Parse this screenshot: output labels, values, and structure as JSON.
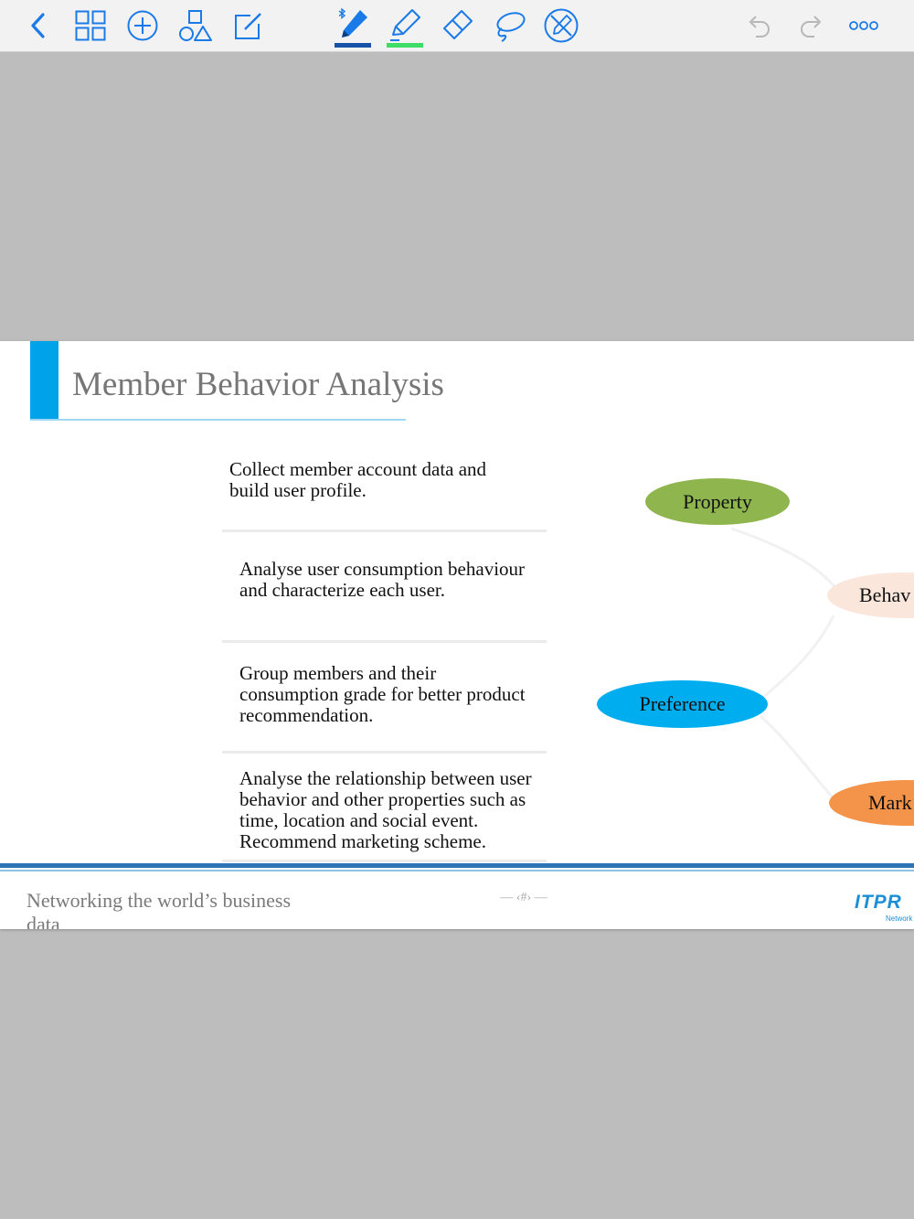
{
  "toolbar": {
    "buttons": [
      {
        "name": "back-button",
        "icon": "chevron-left-icon"
      },
      {
        "name": "thumbnails-button",
        "icon": "grid-icon"
      },
      {
        "name": "add-button",
        "icon": "plus-circle-icon"
      },
      {
        "name": "shapes-button",
        "icon": "shapes-icon"
      },
      {
        "name": "edit-button",
        "icon": "edit-square-icon"
      },
      {
        "name": "pen-tool-button",
        "icon": "bluetooth-pen-icon"
      },
      {
        "name": "highlighter-tool-button",
        "icon": "highlighter-icon"
      },
      {
        "name": "eraser-tool-button",
        "icon": "eraser-icon"
      },
      {
        "name": "lasso-tool-button",
        "icon": "lasso-icon"
      },
      {
        "name": "disable-pen-button",
        "icon": "pen-off-icon"
      },
      {
        "name": "undo-button",
        "icon": "undo-icon"
      },
      {
        "name": "redo-button",
        "icon": "redo-icon"
      },
      {
        "name": "more-button",
        "icon": "more-icon"
      }
    ],
    "colors": {
      "accent": "#1a7ae8",
      "pen": "#1552a8",
      "highlighter": "#3ddc64",
      "disabled": "#b7b7b7"
    }
  },
  "slide": {
    "title": "Member Behavior Analysis",
    "items": [
      {
        "lines": [
          "Collect member account data and",
          "build user profile."
        ]
      },
      {
        "lines": [
          "Analyse user consumption behaviour",
          "and characterize each user."
        ]
      },
      {
        "lines": [
          "Group members and their",
          "consumption grade for better product",
          "recommendation."
        ]
      },
      {
        "lines": [
          "Analyse the relationship between user",
          "behavior and other properties such as",
          "time, location and social event.",
          "Recommend marketing scheme."
        ]
      }
    ],
    "nodes": {
      "property": {
        "label": "Property",
        "color": "#8fb64e"
      },
      "behavior": {
        "label": "Behav",
        "color": "#fbe6dc"
      },
      "preference": {
        "label": "Preference",
        "color": "#00aeef"
      },
      "marketing": {
        "label": "Mark",
        "color": "#f4934a"
      }
    },
    "footer": {
      "text_line1": "Networking the world’s business",
      "text_line2": "data",
      "page_number": "— ‹#› —",
      "logo": "ITPR",
      "logo_sub": "Network"
    }
  }
}
